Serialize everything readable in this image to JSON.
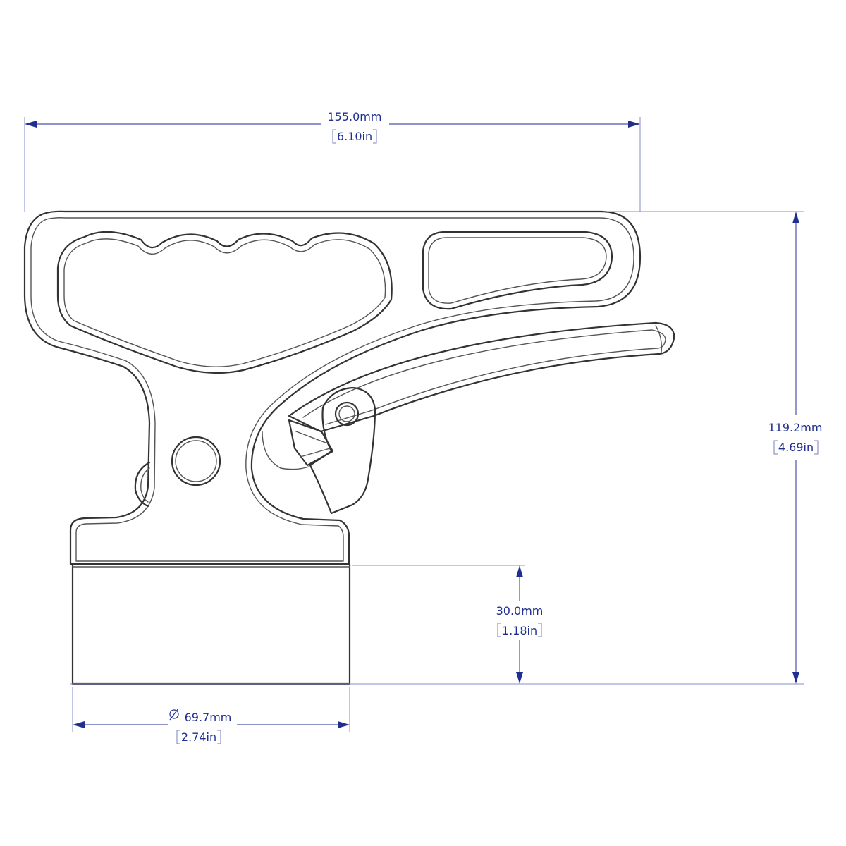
{
  "dimensions": {
    "width": {
      "mm": "155.0mm",
      "in": "6.10in"
    },
    "height": {
      "mm": "119.2mm",
      "in": "4.69in"
    },
    "cap_height": {
      "mm": "30.0mm",
      "in": "1.18in"
    },
    "diameter": {
      "mm": "69.7mm",
      "in": "2.74in"
    }
  },
  "colors": {
    "dimension": "#1f2f8f",
    "outline": "#333333",
    "background": "#ffffff"
  }
}
